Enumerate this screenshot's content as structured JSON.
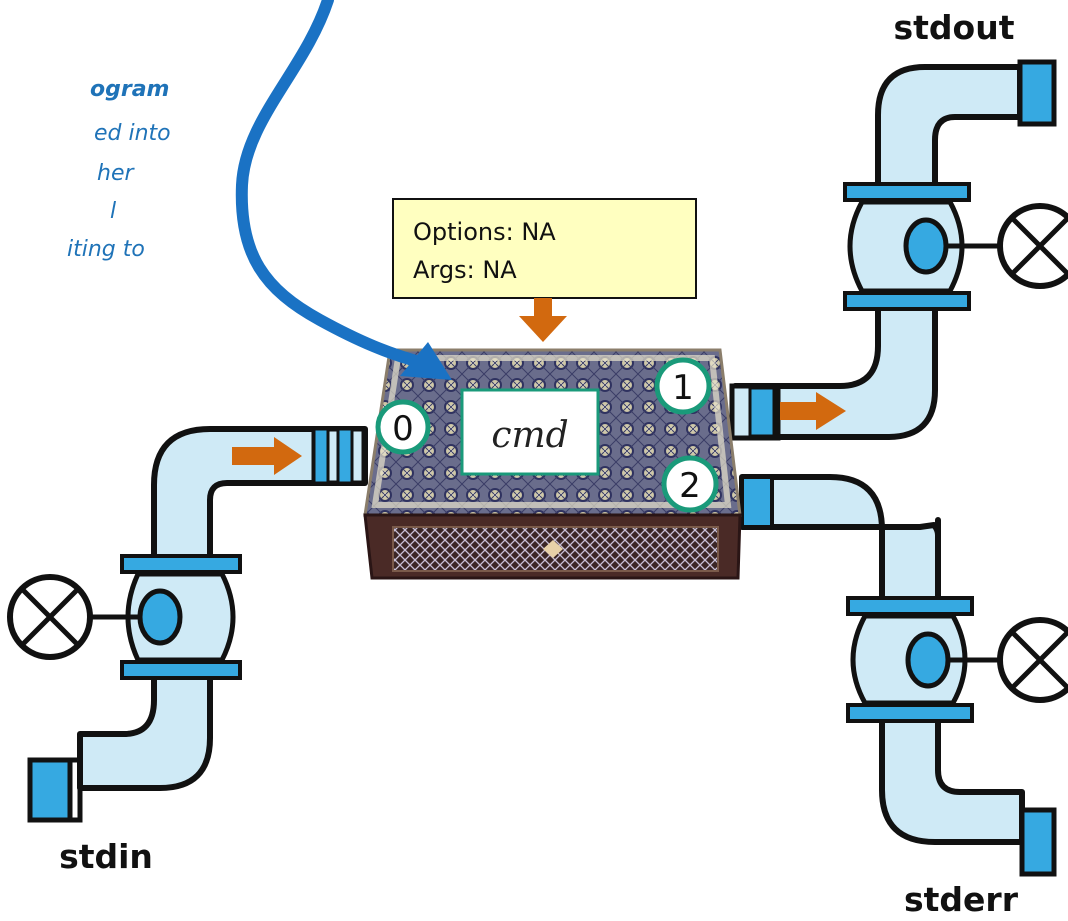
{
  "note": {
    "lines": [
      "ogram",
      "ed into",
      "her",
      "l",
      "iting to"
    ]
  },
  "options_box": {
    "options": "Options: NA",
    "args": "Args: NA"
  },
  "command": "cmd",
  "descriptors": {
    "stdin": "0",
    "stdout": "1",
    "stderr": "2"
  },
  "streams": {
    "stdin": "stdin",
    "stdout": "stdout",
    "stderr": "stderr"
  },
  "colors": {
    "pipe_fill": "#cfeaf6",
    "pipe_band": "#36a9e1",
    "outline": "#111111",
    "flow_arrow": "#d2690f",
    "note": "#1f73b8",
    "box_fill": "#ffffc0",
    "number_ring": "#1a9a7a"
  }
}
